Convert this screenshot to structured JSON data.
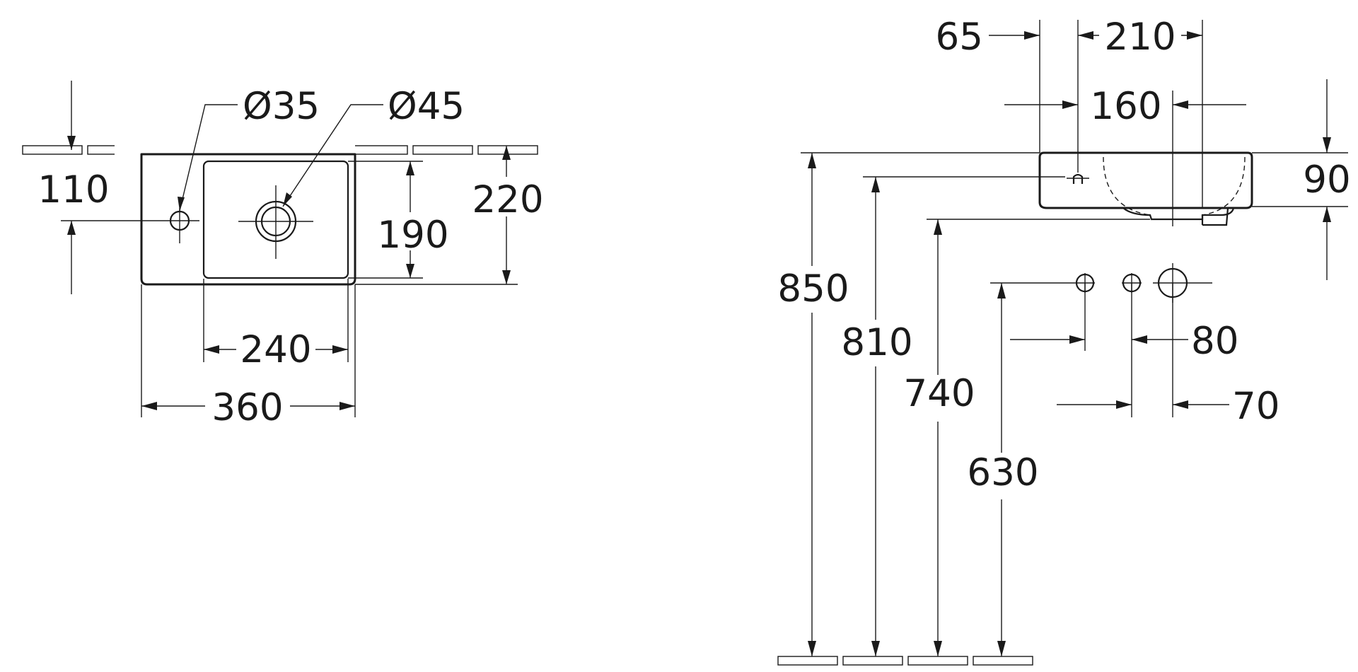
{
  "top_view": {
    "dim_hole_small": "Ø35",
    "dim_hole_large": "Ø45",
    "dim_110": "110",
    "dim_190": "190",
    "dim_220": "220",
    "dim_240": "240",
    "dim_360": "360"
  },
  "side_view": {
    "dim_65": "65",
    "dim_210": "210",
    "dim_160": "160",
    "dim_90": "90",
    "dim_850": "850",
    "dim_810": "810",
    "dim_740": "740",
    "dim_630": "630",
    "dim_80": "80",
    "dim_70": "70"
  }
}
